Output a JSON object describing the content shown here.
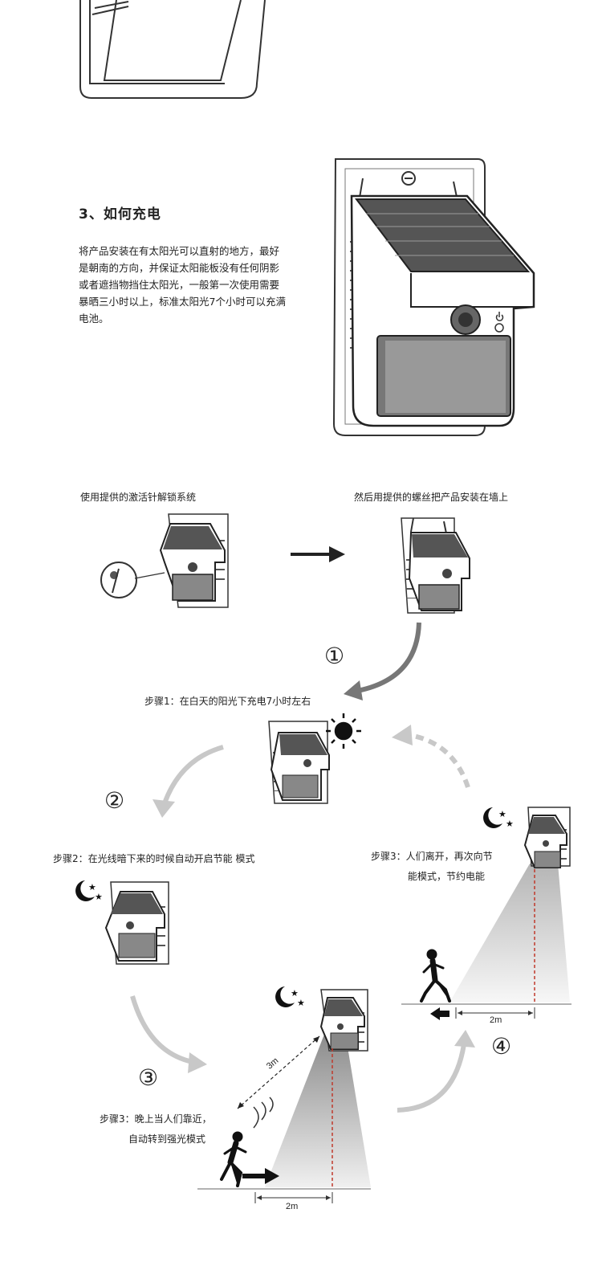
{
  "section3": {
    "title": "3、如何充电",
    "paragraph": "将产品安装在有太阳光可以直射的地方，最好是朝南的方向，并保证太阳能板没有任何阴影或者遮挡物挡住太阳光，一般第一次使用需要暴晒三小时以上，标准太阳光7个小时可以充满电池。"
  },
  "install": {
    "step_a": "使用提供的激活针解锁系统",
    "step_b": "然后用提供的螺丝把产品安装在墙上"
  },
  "steps": {
    "n1": "①",
    "n2": "②",
    "n3": "③",
    "n4": "④",
    "step1": "步骤1：在白天的阳光下充电7小时左右",
    "step2": "步骤2：在光线暗下来的时候自动开启节能 模式",
    "step3_line1": "步骤3：晚上当人们靠近，",
    "step3_line2": "自动转到强光模式",
    "step4_line1": "步骤3：人们离开，再次向节",
    "step4_line2": "能模式，节约电能"
  },
  "distances": {
    "d3m": "3m",
    "d2m_a": "2m",
    "d2m_b": "2m"
  }
}
